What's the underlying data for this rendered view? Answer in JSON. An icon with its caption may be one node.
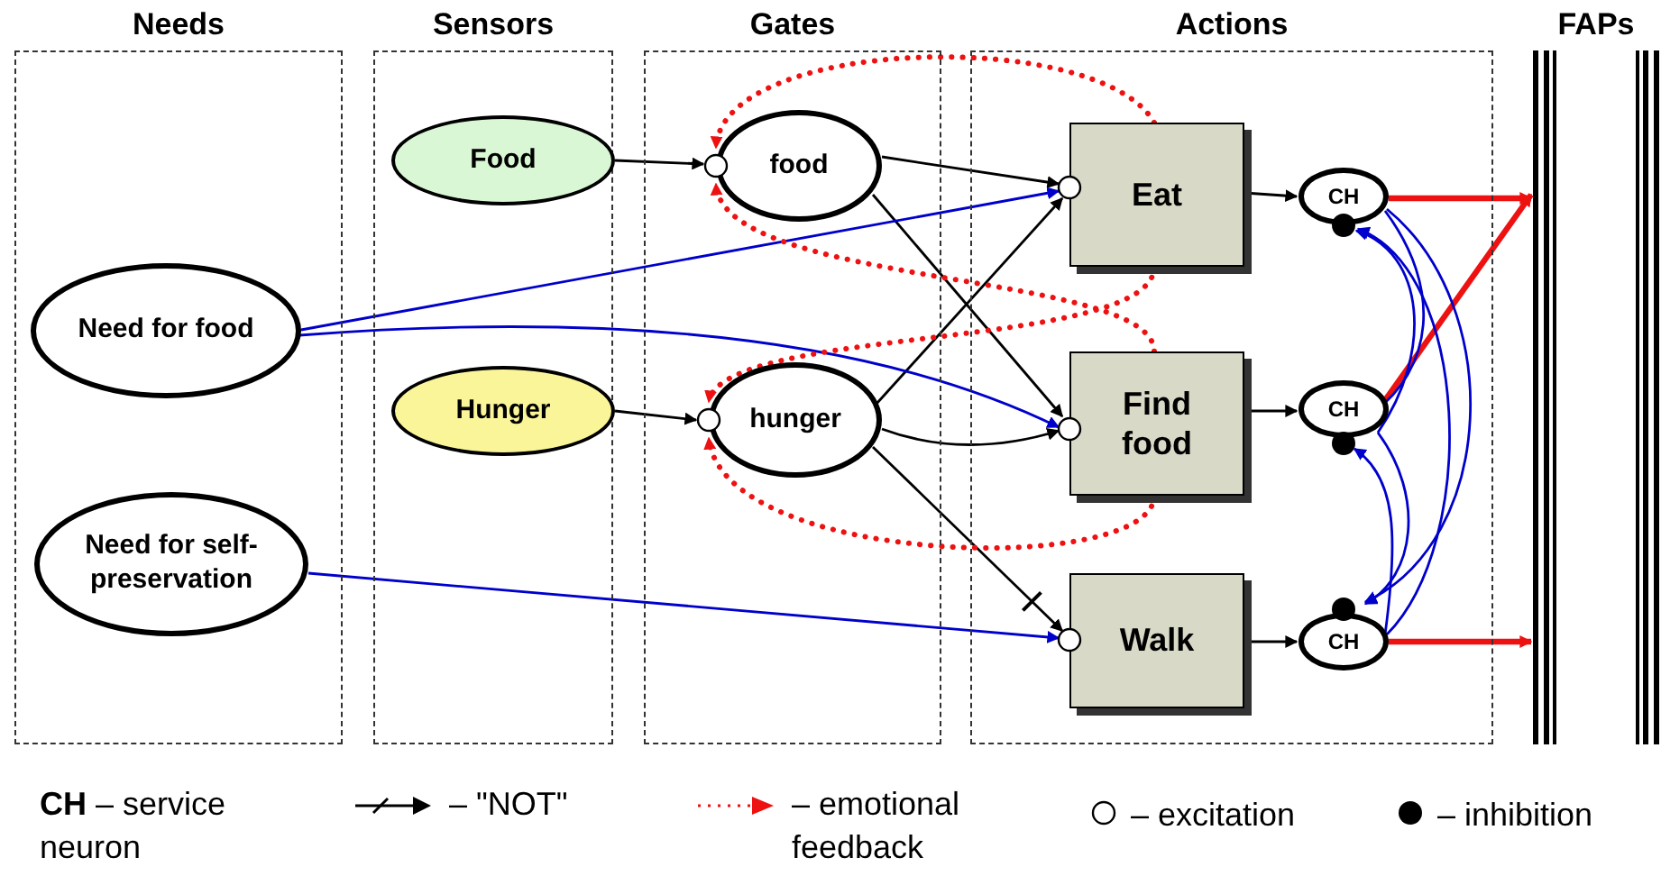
{
  "diagram": {
    "nodes": [
      {
        "text": [
          "Needs"
        ]
      },
      {
        "text": [
          "Sensors"
        ]
      },
      {
        "text": [
          "Gates"
        ]
      },
      {
        "text": [
          "Actions"
        ]
      },
      {
        "text": [
          "FAPs"
        ]
      },
      {
        "text": [
          "Need for food"
        ],
        "in": 0
      },
      {
        "text": [
          "Need for self-preservation"
        ],
        "in": 0
      },
      {
        "text": [
          "Food"
        ],
        "in": 1
      },
      {
        "text": [
          "Hunger"
        ],
        "in": 1
      },
      {
        "text": [
          "food"
        ],
        "in": 2
      },
      {
        "text": [
          "hunger"
        ],
        "in": 2
      },
      {
        "text": [
          "Eat"
        ],
        "in": 3
      },
      {
        "text": [
          "Find food"
        ],
        "in": 3
      },
      {
        "text": [
          "Walk"
        ],
        "in": 3
      },
      {
        "text": [
          "CH"
        ],
        "in": 3
      },
      {
        "text": [
          "CH"
        ],
        "in": 3
      },
      {
        "text": [
          "CH"
        ],
        "in": 3
      }
    ],
    "edges": [
      {
        "from": 7,
        "to": 9,
        "arrow": "to"
      },
      {
        "from": 8,
        "to": 10,
        "arrow": "to"
      },
      {
        "from": 9,
        "to": 11,
        "arrow": "to"
      },
      {
        "from": 9,
        "to": 12,
        "arrow": "to"
      },
      {
        "from": 10,
        "to": 11,
        "arrow": "to"
      },
      {
        "from": 10,
        "to": 12,
        "arrow": "to"
      },
      {
        "from": 10,
        "to": 13,
        "arrow": "to"
      },
      {
        "from": 5,
        "to": 11,
        "arrow": "to",
        "color": "#0000cc"
      },
      {
        "from": 5,
        "to": 12,
        "arrow": "to",
        "color": "#0000cc"
      },
      {
        "from": 6,
        "to": 13,
        "arrow": "to",
        "color": "#0000cc"
      },
      {
        "from": 11,
        "to": 14,
        "arrow": "to"
      },
      {
        "from": 12,
        "to": 15,
        "arrow": "to"
      },
      {
        "from": 13,
        "to": 16,
        "arrow": "to"
      },
      {
        "from": 14,
        "to": 4,
        "arrow": "to",
        "style": "thick",
        "color": "#ee1111"
      },
      {
        "from": 15,
        "to": 4,
        "arrow": "to",
        "style": "thick",
        "color": "#ee1111"
      },
      {
        "from": 16,
        "to": 4,
        "arrow": "to",
        "style": "thick",
        "color": "#ee1111"
      },
      {
        "from": 14,
        "to": 15,
        "arrow": "to",
        "color": "#0000cc"
      },
      {
        "from": 14,
        "to": 16,
        "arrow": "to",
        "color": "#0000cc"
      },
      {
        "from": 15,
        "to": 14,
        "arrow": "to",
        "color": "#0000cc"
      },
      {
        "from": 15,
        "to": 16,
        "arrow": "to",
        "color": "#0000cc"
      },
      {
        "from": 16,
        "to": 14,
        "arrow": "to",
        "color": "#0000cc"
      },
      {
        "from": 16,
        "to": 15,
        "arrow": "to",
        "color": "#0000cc"
      },
      {
        "from": 11,
        "to": 9,
        "arrow": "to",
        "style": "dashed",
        "color": "#ee1111"
      },
      {
        "from": 12,
        "to": 9,
        "arrow": "to",
        "style": "dashed",
        "color": "#ee1111"
      },
      {
        "from": 11,
        "to": 10,
        "arrow": "to",
        "style": "dashed",
        "color": "#ee1111"
      },
      {
        "from": 12,
        "to": 10,
        "arrow": "to",
        "style": "dashed",
        "color": "#ee1111"
      }
    ],
    "legend": [
      {
        "text": "**CH** – service neuron"
      },
      {
        "text": "– \"NOT\""
      },
      {
        "text": "– emotional feedback"
      },
      {
        "text": "– excitation"
      },
      {
        "text": "– inhibition"
      }
    ]
  }
}
